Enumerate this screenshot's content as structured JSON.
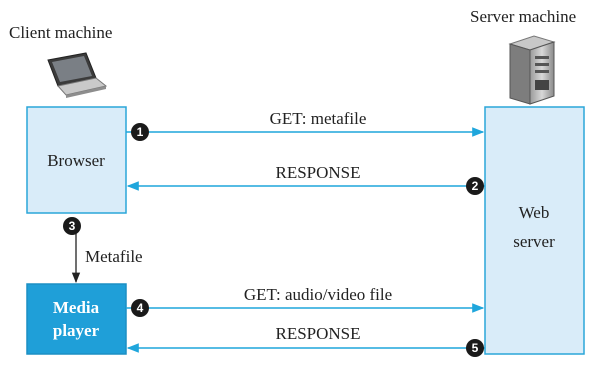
{
  "colors": {
    "box_fill": "#d9ecf9",
    "box_stroke": "#2aa6d9",
    "media_fill": "#1f9fd8",
    "arrow": "#1fa6dc",
    "step_circle": "#1a1a1a"
  },
  "labels": {
    "client_machine": "Client machine",
    "server_machine": "Server machine",
    "browser": "Browser",
    "media_player_line1": "Media",
    "media_player_line2": "player",
    "web_server_line1": "Web",
    "web_server_line2": "server",
    "metafile": "Metafile"
  },
  "messages": [
    {
      "step": "1",
      "text": "GET: metafile"
    },
    {
      "step": "2",
      "text": "RESPONSE"
    },
    {
      "step": "3",
      "text": ""
    },
    {
      "step": "4",
      "text": "GET: audio/video file"
    },
    {
      "step": "5",
      "text": "RESPONSE"
    }
  ],
  "icons": {
    "laptop": "laptop-icon",
    "server": "server-tower-icon"
  }
}
